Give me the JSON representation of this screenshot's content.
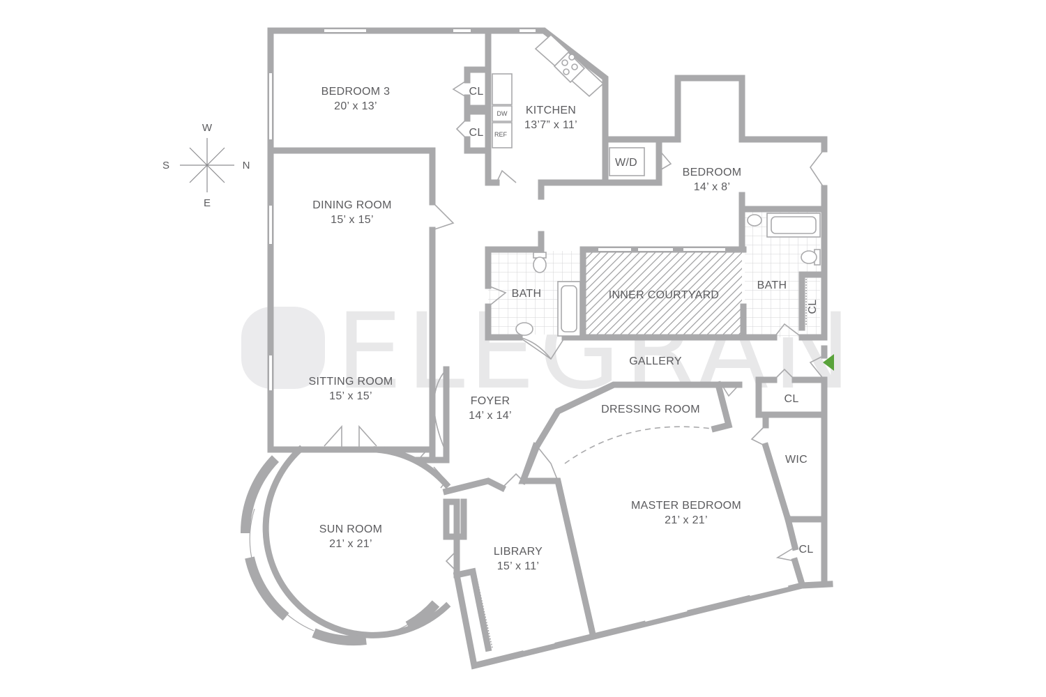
{
  "watermark": "ELEGRAN",
  "compass": {
    "w": "W",
    "s": "S",
    "n": "N",
    "e": "E"
  },
  "rooms": {
    "bedroom3": {
      "name": "BEDROOM 3",
      "size": "20’ x 13’"
    },
    "kitchen": {
      "name": "KITCHEN",
      "size": "13’7” x 11’"
    },
    "bedroom": {
      "name": "BEDROOM",
      "size": "14’ x 8’"
    },
    "dining_room": {
      "name": "DINING ROOM",
      "size": "15’ x 15’"
    },
    "sitting_room": {
      "name": "SITTING ROOM",
      "size": "15’ x 15’"
    },
    "foyer": {
      "name": "FOYER",
      "size": "14’ x 14’"
    },
    "sun_room": {
      "name": "SUN ROOM",
      "size": "21’ x 21’"
    },
    "library": {
      "name": "LIBRARY",
      "size": "15’ x 11’"
    },
    "master_bedroom": {
      "name": "MASTER BEDROOM",
      "size": "21’ x 21’"
    },
    "inner_courtyard": {
      "name": "INNER COURTYARD"
    },
    "gallery": {
      "name": "GALLERY"
    },
    "dressing_room": {
      "name": "DRESSING ROOM"
    },
    "bath_west": {
      "name": "BATH"
    },
    "bath_east": {
      "name": "BATH"
    },
    "wic": {
      "name": "WIC"
    },
    "closet_bedroom3_upper": {
      "name": "CL"
    },
    "closet_bedroom3_lower": {
      "name": "CL"
    },
    "closet_gallery": {
      "name": "CL"
    },
    "closet_master": {
      "name": "CL"
    },
    "closet_bath": {
      "name": "CL"
    },
    "washer_dryer": {
      "name": "W/D"
    }
  },
  "appliances": {
    "dishwasher": "DW",
    "refrigerator": "REF"
  },
  "colors": {
    "wall": "#a9a9ab",
    "text": "#5b5b5e",
    "entry_marker": "#5aa33b",
    "watermark": "#e4e4e6"
  },
  "icons": [
    "compass-rose-icon",
    "entry-arrow-icon",
    "stove-icon",
    "sink-icon",
    "toilet-icon",
    "bathtub-icon"
  ]
}
